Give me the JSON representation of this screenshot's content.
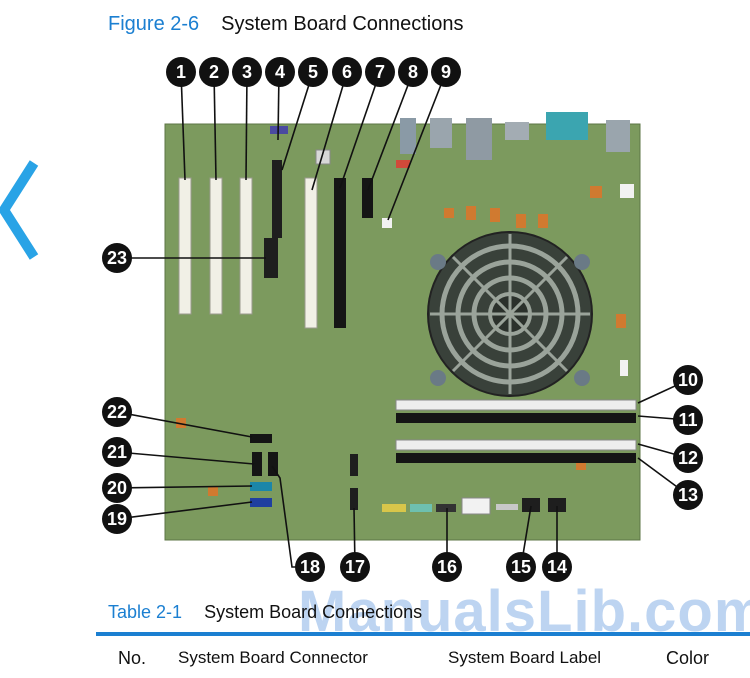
{
  "figure": {
    "number": "Figure 2-6",
    "title": "System Board Connections"
  },
  "callouts": [
    "1",
    "2",
    "3",
    "4",
    "5",
    "6",
    "7",
    "8",
    "9",
    "10",
    "11",
    "12",
    "13",
    "14",
    "15",
    "16",
    "17",
    "18",
    "19",
    "20",
    "21",
    "22",
    "23"
  ],
  "table": {
    "number": "Table 2-1",
    "title": "System Board Connections",
    "headers": [
      "No.",
      "System Board Connector",
      "System Board Label",
      "Color"
    ]
  },
  "watermark": "ManualsLib.com",
  "colors": {
    "accent": "#1b7fd1",
    "board": "#7c9a5e",
    "callout": "#111111"
  }
}
